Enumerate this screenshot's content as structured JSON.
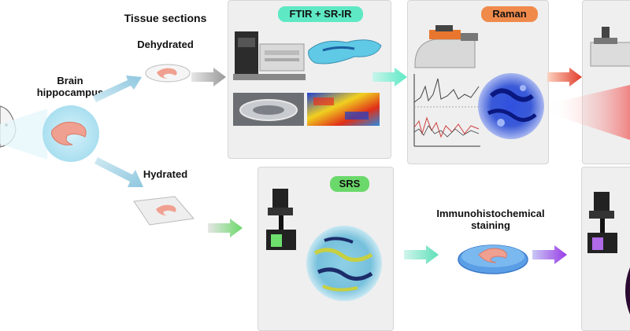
{
  "labels": {
    "tissue_sections": "Tissue sections",
    "dehydrated": "Dehydrated",
    "hydrated": "Hydrated",
    "brain_line1": "Brain",
    "brain_line2": "hippocampus",
    "ihc_line1": "Immunohistochemical",
    "ihc_line2": "staining"
  },
  "badges": {
    "ftir": "FTIR + SR-IR",
    "raman": "Raman",
    "srs": "SRS"
  },
  "colors": {
    "ftir_badge": "#5ee9c4",
    "raman_badge": "#f08a4b",
    "srs_badge": "#6ad86a",
    "panel_bg": "#efefef",
    "tissue": "#f0a090"
  }
}
